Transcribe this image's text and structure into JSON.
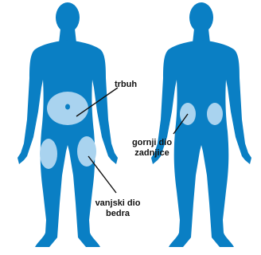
{
  "colors": {
    "body": "#0a7fc4",
    "zone": "#a9d3ef",
    "line": "#111111",
    "background": "#ffffff"
  },
  "labels": {
    "abdomen": "trbuh",
    "buttocks_line1": "gornji dio",
    "buttocks_line2": "zadnjice",
    "thigh_line1": "vanjski dio",
    "thigh_line2": "bedra"
  }
}
